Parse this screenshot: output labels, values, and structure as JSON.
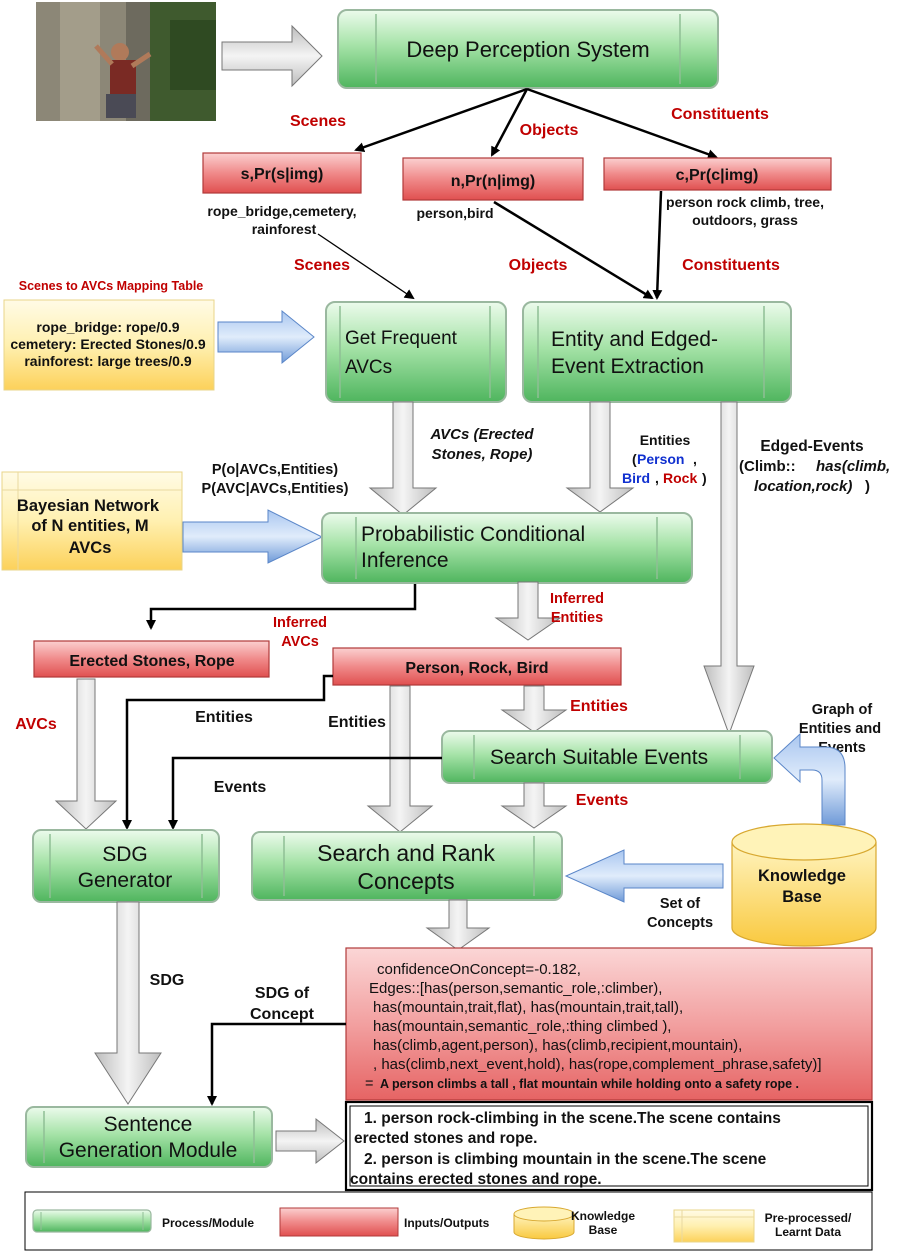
{
  "top": {
    "input_image_alt": "person rock climbing photo",
    "dps": "Deep Perception System"
  },
  "labels": {
    "scenes": "Scenes",
    "objects": "Objects",
    "constituents": "Constituents",
    "avcs_red": "AVCs",
    "inferred_avcs_1": "Inferred",
    "inferred_avcs_2": "AVCs",
    "inferred_entities_1": "Inferred",
    "inferred_entities_2": "Entities",
    "entities_red": "Entities",
    "events_red": "Events"
  },
  "io": {
    "scene_prob": "s,Pr(s|img)",
    "object_prob": "n,Pr(n|img)",
    "constituent_prob": "c,Pr(c|img)",
    "scene_values_1": "rope_bridge,cemetery,",
    "scene_values_2": "rainforest",
    "object_values": "person,bird",
    "constituent_values_1": "person rock climb, tree,",
    "constituent_values_2": "outdoors, grass",
    "erected": "Erected Stones, Rope",
    "person_rock_bird": "Person, Rock, Bird"
  },
  "mapping_table": {
    "title": "Scenes to AVCs Mapping Table",
    "row1": "rope_bridge: rope/0.9",
    "row2": "cemetery: Erected Stones/0.9",
    "row3": "rainforest: large trees/0.9"
  },
  "bayes": {
    "line1": "Bayesian Network",
    "line2": "of N entities, M",
    "line3": "AVCs"
  },
  "processes": {
    "get_frequent_1": "Get Frequent",
    "get_frequent_2": "AVCs",
    "entity_extract_1": "Entity and Edged-",
    "entity_extract_2": "Event Extraction",
    "prob_inf_1": "Probabilistic Conditional",
    "prob_inf_2": "Inference",
    "search_events": "Search Suitable Events",
    "sdg_1": "SDG",
    "sdg_2": "Generator",
    "search_rank_1": "Search and Rank",
    "search_rank_2": "Concepts",
    "sentence_1": "Sentence",
    "sentence_2": "Generation Module"
  },
  "annotations": {
    "avcs_erected_1": "AVCs (Erected",
    "avcs_erected_2": "Stones, Rope)",
    "entities_pbr_1": "Entities",
    "entities_pbr_person": "Person",
    "entities_pbr_bird": "Bird",
    "entities_pbr_rock": "Rock",
    "edged_events_1": "Edged-Events",
    "edged_events_2a": "(Climb::",
    "edged_events_2b": "has(climb,",
    "edged_events_3": "location,rock)",
    "edged_events_3b": ")",
    "p_o": "P(o|AVCs,Entities)",
    "p_avc": "P(AVC|AVCs,Entities)",
    "entities_black_1": "Entities",
    "entities_black_2": "Entities",
    "events_black": "Events",
    "graph_1": "Graph of",
    "graph_2": "Entities and",
    "graph_3": "Events",
    "kb_1": "Knowledge",
    "kb_2": "Base",
    "set_of_1": "Set of",
    "set_of_2": "Concepts",
    "sdg_label": "SDG",
    "sdg_concept_1": "SDG of",
    "sdg_concept_2": "Concept"
  },
  "concept_box": {
    "l1": "confidenceOnConcept=-0.182,",
    "l2": "Edges::[has(person,semantic_role,:climber),",
    "l3": "has(mountain,trait,flat), has(mountain,trait,tall),",
    "l4": "has(mountain,semantic_role,:thing climbed ),",
    "l5": "has(climb,agent,person),  has(climb,recipient,mountain),",
    "l6": ", has(climb,next_event,hold), has(rope,complement_phrase,safety)]",
    "l7a": "= ",
    "l7b": "A person climbs a tall , flat mountain while holding onto a safety rope ."
  },
  "output_box": {
    "o1a": "1. person rock-climbing in the scene.The scene contains",
    "o1b": "erected stones and rope.",
    "o2a": "2. person is climbing mountain in the scene.The scene",
    "o2b": "contains  erected stones and rope."
  },
  "legend": {
    "process": "Process/Module",
    "io": "Inputs/Outputs",
    "kb_1": "Knowledge",
    "kb_2": "Base",
    "pre_1": "Pre-processed/",
    "pre_2": "Learnt  Data"
  },
  "colors": {
    "green_top": "#d6f5d6",
    "green_bottom": "#5cbf6a",
    "red_top": "#f8b0b0",
    "red_bottom": "#e05a5a",
    "yellow_top": "#fff8d0",
    "yellow_bottom": "#fcd56a",
    "blue_arrow": "#7aa6e0",
    "label_red": "#c00000"
  }
}
